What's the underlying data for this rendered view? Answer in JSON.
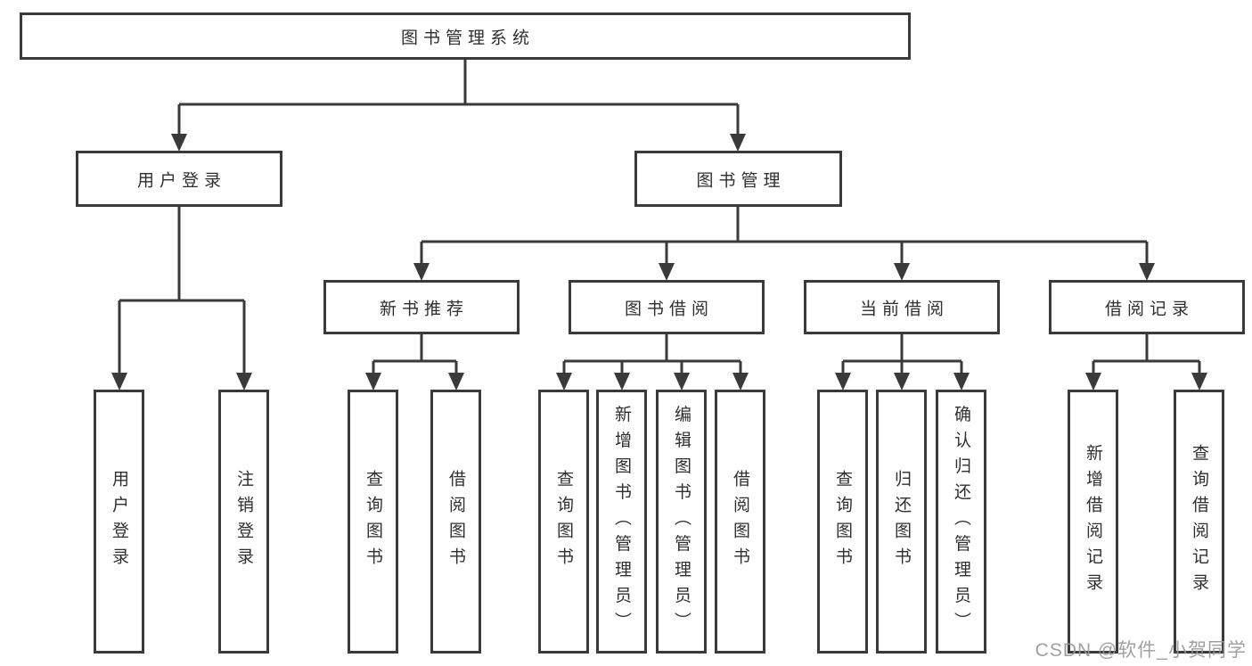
{
  "diagram": {
    "watermark": "CSDN @软件_小贺同学",
    "line_color": "#3a3a3a",
    "tree": {
      "label": "图书管理系统",
      "children": [
        {
          "label": "用户登录",
          "children": [
            {
              "label": "用户登录"
            },
            {
              "label": "注销登录"
            }
          ]
        },
        {
          "label": "图书管理",
          "children": [
            {
              "label": "新书推荐",
              "children": [
                {
                  "label": "查询图书"
                },
                {
                  "label": "借阅图书"
                }
              ]
            },
            {
              "label": "图书借阅",
              "children": [
                {
                  "label": "查询图书"
                },
                {
                  "label": "新增图书（管理员）"
                },
                {
                  "label": "编辑图书（管理员）"
                },
                {
                  "label": "借阅图书"
                }
              ]
            },
            {
              "label": "当前借阅",
              "children": [
                {
                  "label": "查询图书"
                },
                {
                  "label": "归还图书"
                },
                {
                  "label": "确认归还（管理员）"
                }
              ]
            },
            {
              "label": "借阅记录",
              "children": [
                {
                  "label": "新增借阅记录"
                },
                {
                  "label": "查询借阅记录"
                }
              ]
            }
          ]
        }
      ]
    }
  }
}
